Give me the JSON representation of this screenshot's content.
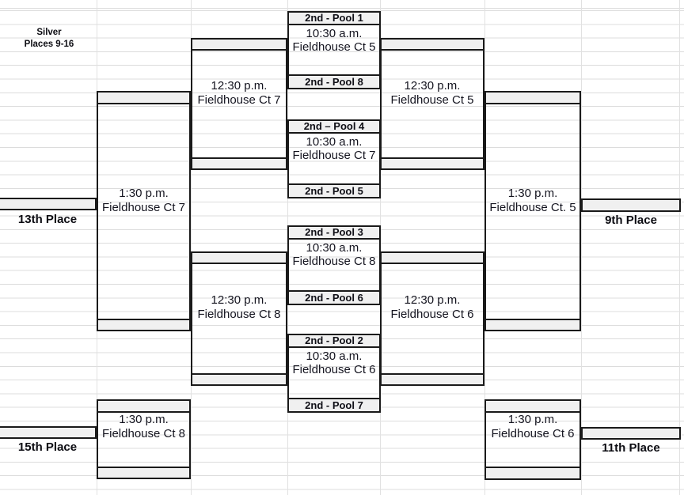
{
  "title": {
    "line1": "Silver",
    "line2": "Places 9-16"
  },
  "games": {
    "round1_1030": [
      {
        "top_team": "2nd - Pool 1",
        "bottom_team": "2nd - Pool 8",
        "time": "10:30 a.m.",
        "court": "Fieldhouse Ct 5"
      },
      {
        "top_team": "2nd – Pool 4",
        "bottom_team": "2nd - Pool 5",
        "time": "10:30 a.m.",
        "court": "Fieldhouse Ct 7"
      },
      {
        "top_team": "2nd - Pool 3",
        "bottom_team": "2nd - Pool 6",
        "time": "10:30 a.m.",
        "court": "Fieldhouse Ct 8"
      },
      {
        "top_team": "2nd - Pool 2",
        "bottom_team": "2nd - Pool 7",
        "time": "10:30 a.m.",
        "court": "Fieldhouse Ct 6"
      }
    ],
    "round2_1230": [
      {
        "time": "12:30 p.m.",
        "court": "Fieldhouse Ct 7"
      },
      {
        "time": "12:30 p.m.",
        "court": "Fieldhouse Ct 5"
      },
      {
        "time": "12:30 p.m.",
        "court": "Fieldhouse Ct 8"
      },
      {
        "time": "12:30 p.m.",
        "court": "Fieldhouse Ct 6"
      }
    ],
    "round3_130": [
      {
        "time": "1:30 p.m.",
        "court": "Fieldhouse Ct 7",
        "place": "13th Place"
      },
      {
        "time": "1:30 p.m.",
        "court": "Fieldhouse Ct. 5",
        "place": "9th Place"
      },
      {
        "time": "1:30 p.m.",
        "court": "Fieldhouse Ct 8",
        "place": "15th Place"
      },
      {
        "time": "1:30 p.m.",
        "court": "Fieldhouse Ct 6",
        "place": "11th Place"
      }
    ]
  },
  "colors": {
    "slot_fill": "#f0f0f0",
    "border": "#1a1a1a",
    "gridline": "#dcdcdc"
  }
}
